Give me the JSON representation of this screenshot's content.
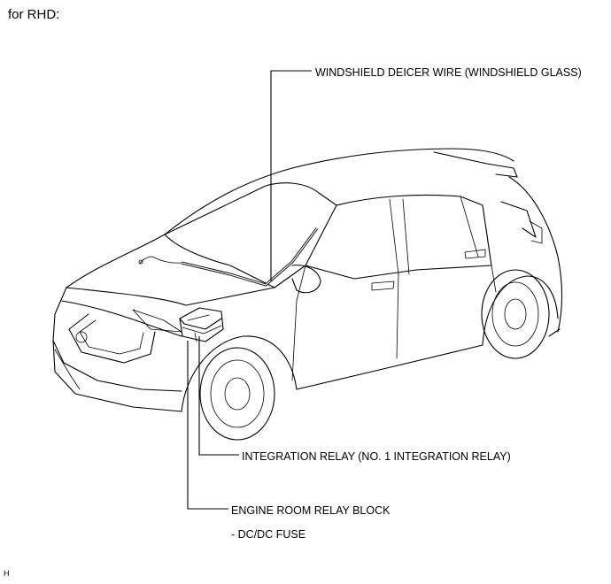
{
  "header": "for RHD:",
  "labels": {
    "windshield_wire": "WINDSHIELD DEICER WIRE (WINDSHIELD GLASS)",
    "integration_relay": "INTEGRATION RELAY (NO. 1 INTEGRATION RELAY)",
    "relay_block": "ENGINE ROOM RELAY BLOCK",
    "dcdc_fuse": "- DC/DC FUSE"
  },
  "footer_code": "H"
}
